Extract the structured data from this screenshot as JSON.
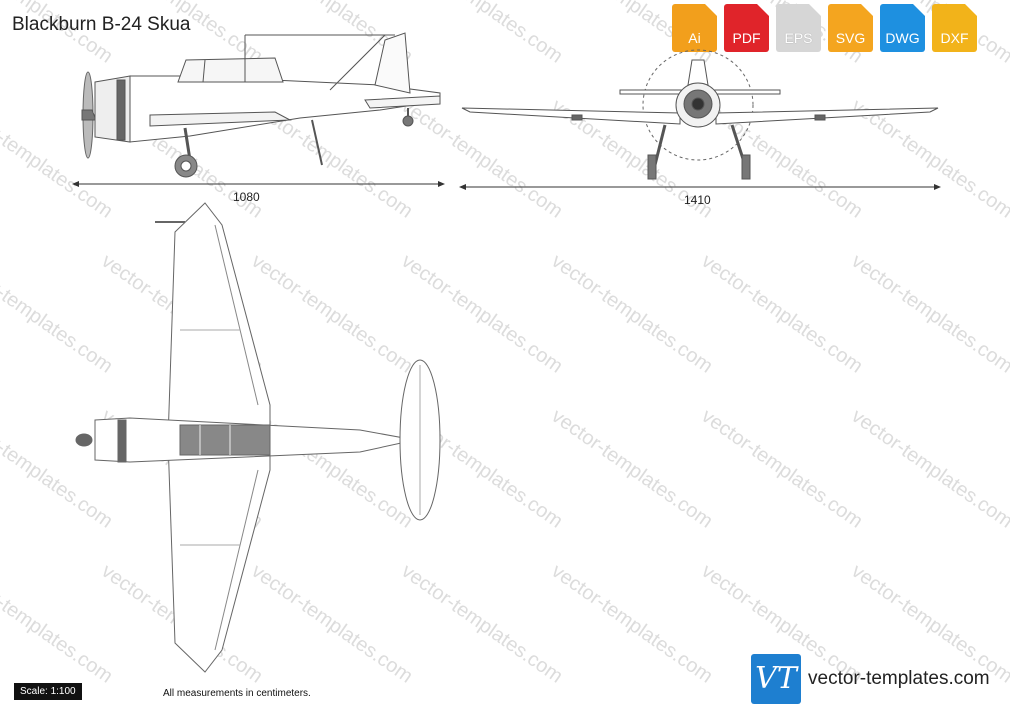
{
  "title": "Blackburn B-24 Skua",
  "watermark_text": "vector-templates.com",
  "formats": [
    {
      "label": "Ai",
      "color": "#f29f1c",
      "icon": "file-ai-icon"
    },
    {
      "label": "PDF",
      "color": "#e0242a",
      "icon": "file-pdf-icon"
    },
    {
      "label": "EPS",
      "color": "#d6d6d6",
      "icon": "file-eps-icon"
    },
    {
      "label": "SVG",
      "color": "#f4a51f",
      "icon": "file-svg-icon"
    },
    {
      "label": "DWG",
      "color": "#1e90e0",
      "icon": "file-dwg-icon"
    },
    {
      "label": "DXF",
      "color": "#f2b31a",
      "icon": "file-dxf-icon"
    }
  ],
  "dimensions": {
    "length": "1080",
    "wingspan": "1410"
  },
  "scale": "Scale: 1:100",
  "note": "All measurements in centimeters.",
  "logo_text": "VT",
  "site": "vector-templates.com"
}
